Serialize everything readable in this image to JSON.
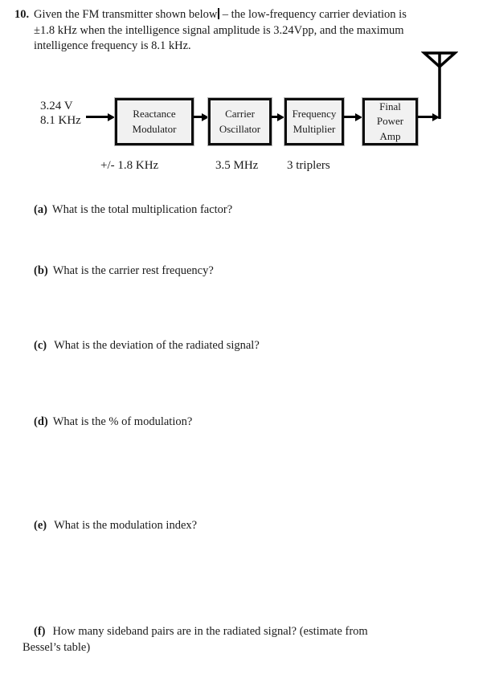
{
  "problem": {
    "number": "10.",
    "statement_line1_before_cursor": "Given the FM transmitter shown below",
    "statement_line1_after_cursor": "– the low-frequency carrier deviation is",
    "statement_line2": "±1.8 kHz when the intelligence signal amplitude is 3.24Vpp, and the maximum",
    "statement_line3": "intelligence frequency is 8.1 kHz."
  },
  "diagram": {
    "input_signal": {
      "line1": "3.24 V",
      "line2": "8.1 KHz"
    },
    "blocks": [
      {
        "line1": "Reactance",
        "line2": "Modulator"
      },
      {
        "line1": "Carrier",
        "line2": "Oscillator"
      },
      {
        "line1": "Frequency",
        "line2": "Multiplier"
      },
      {
        "line1": "Final",
        "line2": "Power",
        "line3": "Amp"
      }
    ],
    "annotations": {
      "deviation": "+/- 1.8 KHz",
      "oscillator_frequency": "3.5 MHz",
      "multiplier_stages": "3 triplers"
    }
  },
  "questions": [
    {
      "label": "(a)",
      "text": "What is the total multiplication factor?"
    },
    {
      "label": "(b)",
      "text": "What is the carrier rest frequency?"
    },
    {
      "label": "(c)",
      "text": "What is the deviation of the radiated signal?"
    },
    {
      "label": "(d)",
      "text": "What is the % of modulation?"
    },
    {
      "label": "(e)",
      "text": "What is the modulation index?"
    },
    {
      "label": "(f)",
      "text_line1": "How many sideband pairs are in the radiated signal? (estimate from",
      "text_line2": "Bessel’s table)"
    }
  ],
  "colors": {
    "text": "#1a1a1a",
    "block_fill": "#f1f1f1",
    "block_border": "#0d0d0d",
    "background": "#ffffff"
  }
}
